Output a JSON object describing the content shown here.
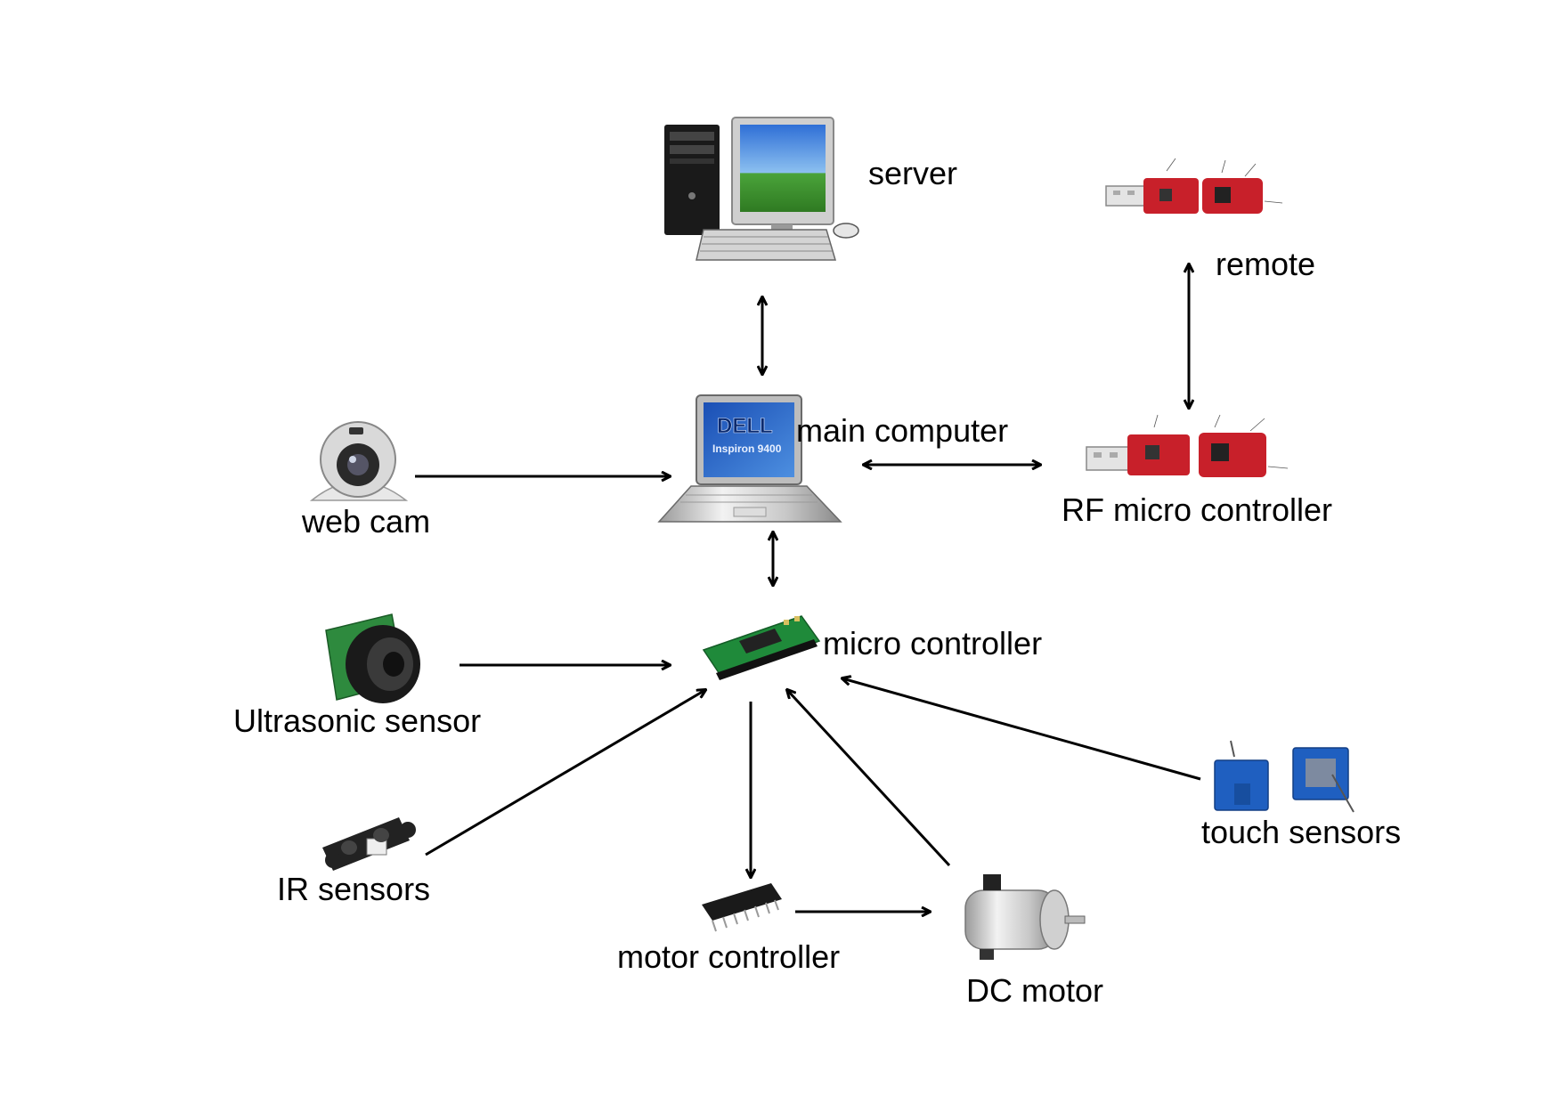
{
  "labels": {
    "server": "server",
    "remote": "remote",
    "main_computer": "main computer",
    "rf_micro_controller": "RF micro controller",
    "web_cam": "web cam",
    "micro_controller": "micro controller",
    "ultrasonic_sensor": "Ultrasonic sensor",
    "ir_sensors": "IR sensors",
    "touch_sensors": "touch sensors",
    "motor_controller": "motor controller",
    "dc_motor": "DC motor"
  },
  "laptop_brand": "DELL",
  "laptop_model": "Inspiron 9400",
  "colors": {
    "arrow": "#000000",
    "board_red": "#c8202a",
    "board_green": "#1f8a3a",
    "touch_blue": "#1f5fc0",
    "screen_sky": "#3a78d8",
    "screen_grass": "#3f9a2c"
  }
}
